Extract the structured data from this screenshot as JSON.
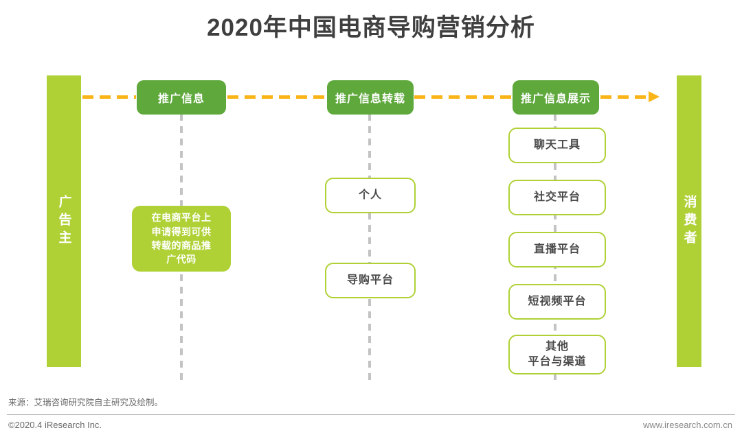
{
  "title": "2020年中国电商导购营销分析",
  "colors": {
    "accent_green": "#AFD136",
    "header_green": "#5EA83C",
    "flow_orange": "#F9B417",
    "dash_gray": "#C3C3C3",
    "text_dark": "#4A4A4A"
  },
  "actors": {
    "left": {
      "label": "广告主"
    },
    "right": {
      "label": "消费者"
    }
  },
  "columns": [
    {
      "header": "推广信息",
      "nodes": [
        {
          "label": "在电商平台上\n申请得到可供\n转载的商品推\n广代码",
          "style": "filled"
        }
      ]
    },
    {
      "header": "推广信息转载",
      "nodes": [
        {
          "label": "个人",
          "style": "outlined"
        },
        {
          "label": "导购平台",
          "style": "outlined"
        }
      ]
    },
    {
      "header": "推广信息展示",
      "nodes": [
        {
          "label": "聊天工具",
          "style": "outlined"
        },
        {
          "label": "社交平台",
          "style": "outlined"
        },
        {
          "label": "直播平台",
          "style": "outlined"
        },
        {
          "label": "短视频平台",
          "style": "outlined"
        },
        {
          "label": "其他\n平台与渠道",
          "style": "outlined"
        }
      ]
    }
  ],
  "footer": {
    "source": "来源：艾瑞咨询研究院自主研究及绘制。",
    "copyright": "©2020.4 iResearch Inc.",
    "website": "www.iresearch.com.cn"
  }
}
